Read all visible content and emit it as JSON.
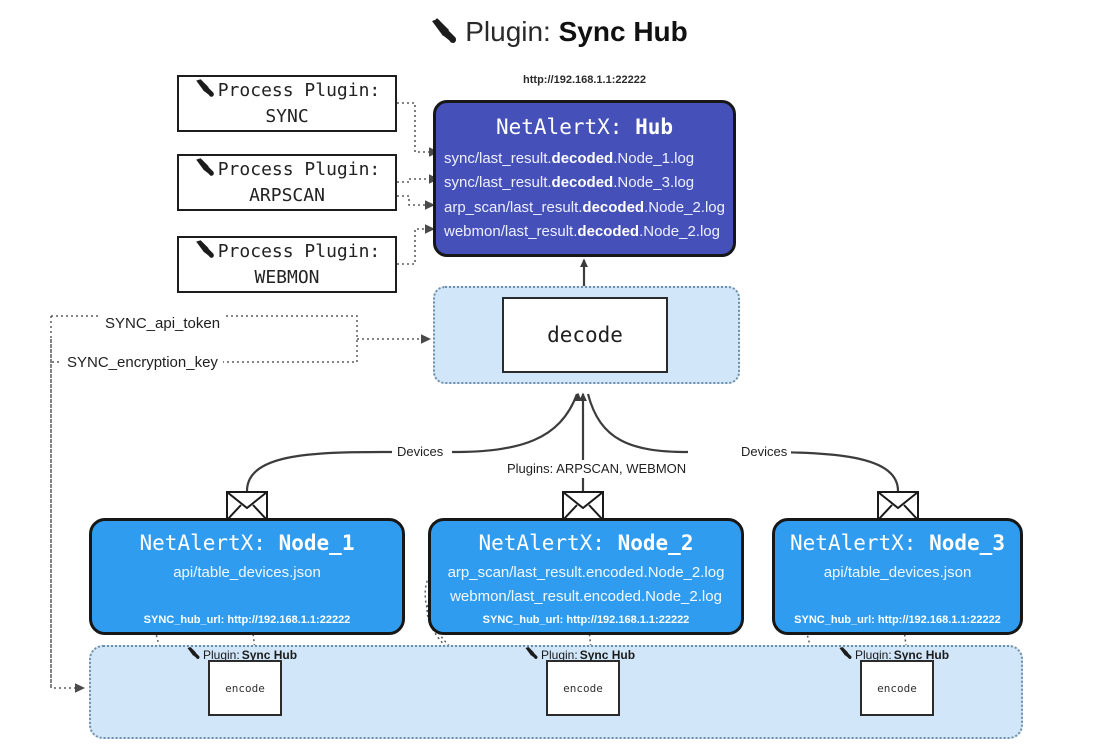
{
  "title": {
    "icon": "plug-icon",
    "prefix": "Plugin:",
    "name": "Sync Hub"
  },
  "process_plugins": [
    {
      "icon": "plug-icon",
      "line1": "Process Plugin:",
      "line2": "SYNC"
    },
    {
      "icon": "plug-icon",
      "line1": "Process Plugin:",
      "line2": "ARPSCAN"
    },
    {
      "icon": "plug-icon",
      "line1": "Process Plugin:",
      "line2": "WEBMON"
    }
  ],
  "hub": {
    "url": "http://192.168.1.1:22222",
    "title_prefix": "NetAlertX:",
    "title_name": "Hub",
    "logs": [
      {
        "pre": "sync/last_result.",
        "em": "decoded",
        "post": ".Node_1.log"
      },
      {
        "pre": "sync/last_result.",
        "em": "decoded",
        "post": ".Node_3.log"
      },
      {
        "pre": "arp_scan/last_result.",
        "em": "decoded",
        "post": ".Node_2.log"
      },
      {
        "pre": "webmon/last_result.",
        "em": "decoded",
        "post": ".Node_2.log"
      }
    ]
  },
  "decode": {
    "group_label": "decode-group",
    "box_label": "decode"
  },
  "settings": {
    "api_token": "SYNC_api_token",
    "encryption_key": "SYNC_encryption_key"
  },
  "edge_labels": {
    "devices_left": "Devices",
    "plugins_center": "Plugins: ARPSCAN, WEBMON",
    "devices_right": "Devices"
  },
  "nodes": [
    {
      "title_prefix": "NetAlertX:",
      "title_name": "Node_1",
      "lines": [
        "api/table_devices.json"
      ],
      "hub_url": "SYNC_hub_url: http://192.168.1.1:22222",
      "envelope_icon": "envelope-icon"
    },
    {
      "title_prefix": "NetAlertX:",
      "title_name": "Node_2",
      "lines": [
        "arp_scan/last_result.encoded.Node_2.log",
        "webmon/last_result.encoded.Node_2.log"
      ],
      "hub_url": "SYNC_hub_url: http://192.168.1.1:22222",
      "envelope_icon": "envelope-icon"
    },
    {
      "title_prefix": "NetAlertX:",
      "title_name": "Node_3",
      "lines": [
        "api/table_devices.json"
      ],
      "hub_url": "SYNC_hub_url: http://192.168.1.1:22222",
      "envelope_icon": "envelope-icon"
    }
  ],
  "plugin_instances": [
    {
      "icon": "plug-icon",
      "label_prefix": "Plugin:",
      "label_name": "Sync Hub",
      "box_label": "encode"
    },
    {
      "icon": "plug-icon",
      "label_prefix": "Plugin:",
      "label_name": "Sync Hub",
      "box_label": "encode"
    },
    {
      "icon": "plug-icon",
      "label_prefix": "Plugin:",
      "label_name": "Sync Hub",
      "box_label": "encode"
    }
  ],
  "colors": {
    "hub_fill": "#4550b8",
    "node_fill": "#2f9cf0",
    "group_fill": "#d2e6f9",
    "group_border": "#6f8ea8",
    "stroke": "#171717"
  }
}
